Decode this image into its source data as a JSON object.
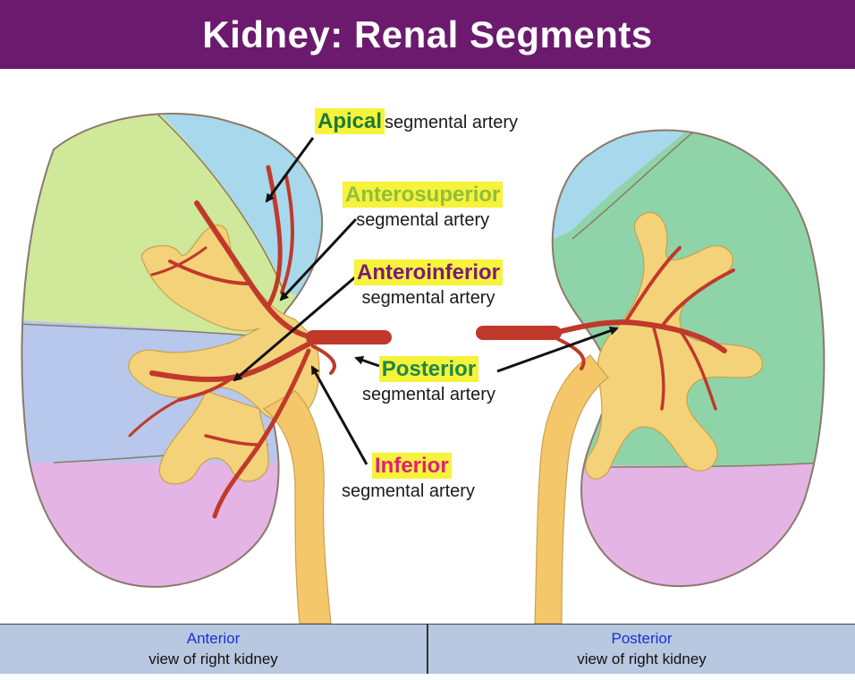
{
  "title": "Kidney: Renal Segments",
  "labels": {
    "apical": {
      "name": "Apical",
      "sub": "segmental artery"
    },
    "anterosuperior": {
      "name": "Anterosuperior",
      "sub": "segmental artery"
    },
    "anteroinferior": {
      "name": "Anteroinferior",
      "sub": "segmental artery"
    },
    "posterior": {
      "name": "Posterior",
      "sub": "segmental artery"
    },
    "inferior": {
      "name": "Inferior",
      "sub": "segmental artery"
    }
  },
  "footer": {
    "left": {
      "view": "Anterior",
      "sub": "view of right kidney"
    },
    "right": {
      "view": "Posterior",
      "sub": "view of right kidney"
    }
  },
  "colors": {
    "title_bg": "#6b1a6e",
    "highlight": "#f7f23a",
    "apical_text": "#1a7a3a",
    "anterosuperior_text": "#8fbf3f",
    "anteroinferior_text": "#7a1a7a",
    "posterior_text": "#1a8a4a",
    "inferior_text": "#e0207a",
    "segment_apical": "#a8d8ec",
    "segment_anterosuperior": "#cfe89a",
    "segment_anteroinferior": "#b8c8ec",
    "segment_inferior": "#e4b4e4",
    "segment_posterior": "#8fd4a8",
    "artery": "#c0392b",
    "pelvis": "#f4d27a",
    "footer_bg": "#b8c8e0"
  }
}
